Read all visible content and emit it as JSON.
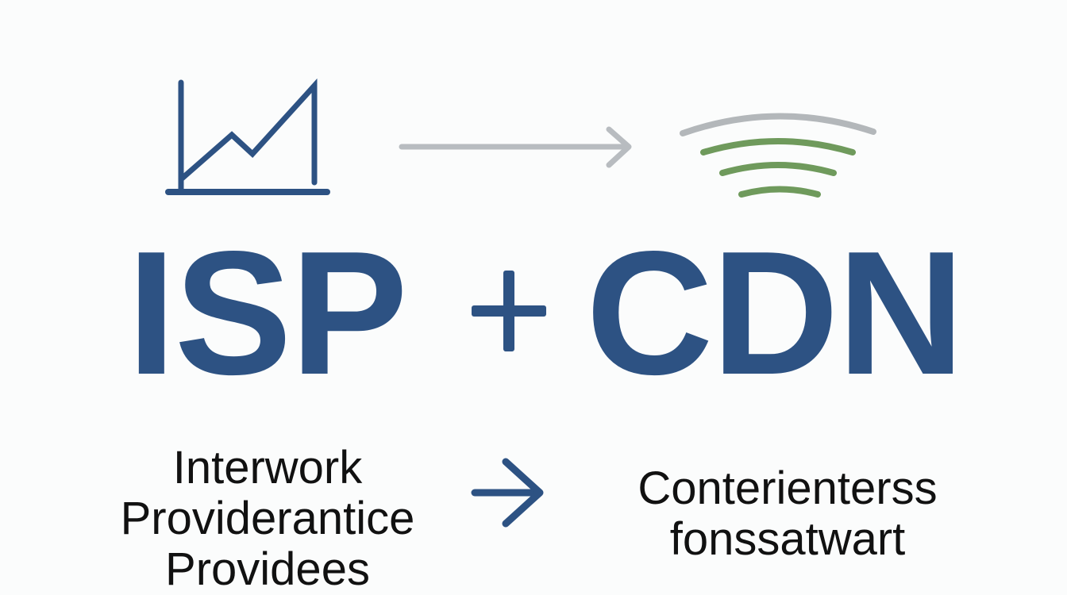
{
  "headline": {
    "left": "ISP",
    "operator": "+",
    "right": "CDN"
  },
  "captions": {
    "left": [
      "Interwork",
      "Providerantice",
      "Providees"
    ],
    "right": [
      "Conterienterss",
      "fonssatwart"
    ]
  },
  "icons": {
    "left": "line-chart-icon",
    "middle": "right-arrow-icon",
    "right": "wifi-signal-icon",
    "bottom": "right-arrow-icon"
  },
  "colors": {
    "primary_blue": "#2d5283",
    "arrow_gray": "#b8bcc0",
    "signal_green": "#6f9a5c",
    "signal_gray": "#b3b7ba",
    "background": "#fbfcfc",
    "text": "#111111"
  }
}
